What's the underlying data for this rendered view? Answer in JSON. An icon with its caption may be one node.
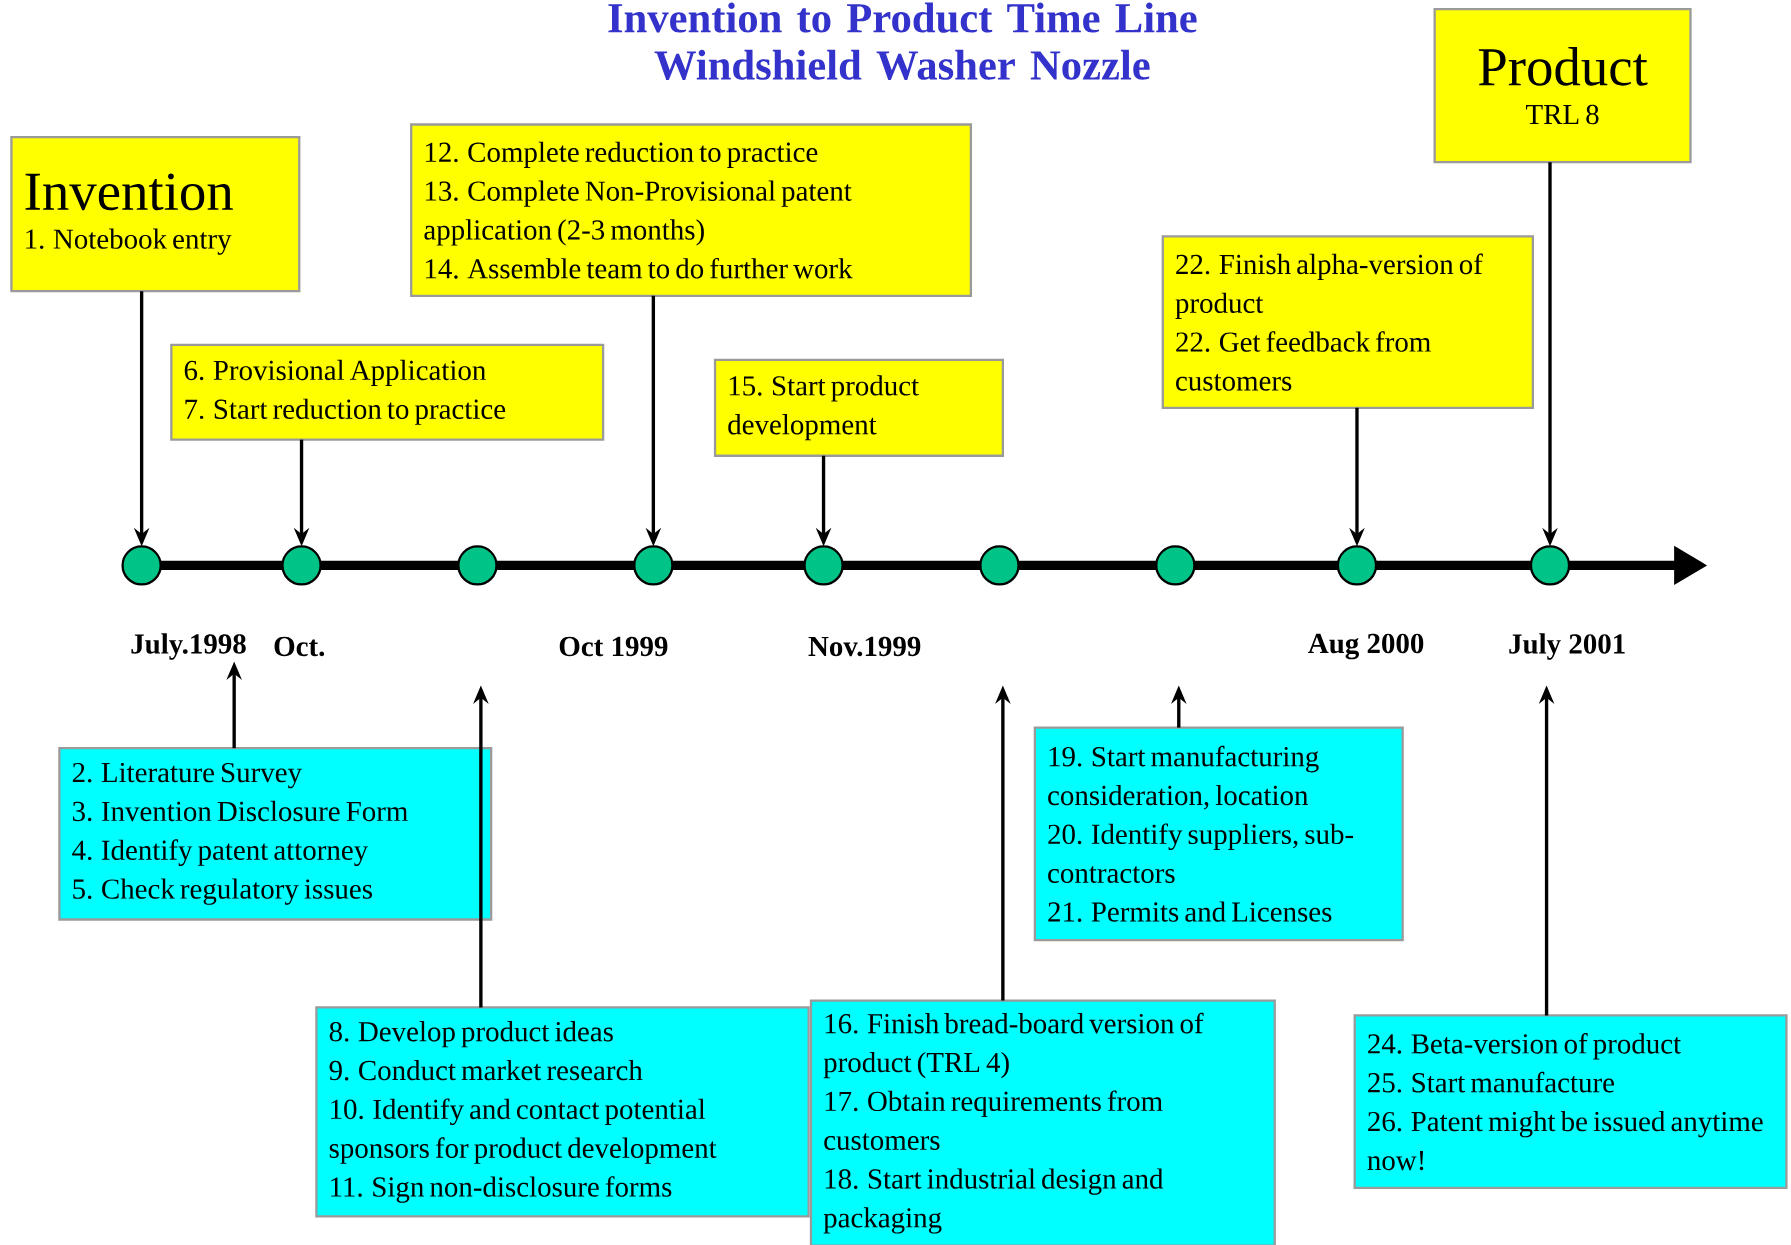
{
  "diagram": {
    "title": "Invention to Product Time Line Windshield Washer Nozzle",
    "nodes": [
      {
        "text": [
          "Invention",
          "1. Notebook entry"
        ]
      },
      {
        "text": [
          "6. Provisional Application",
          "7. Start reduction to practice"
        ]
      },
      {
        "text": [
          "12. Complete reduction to practice",
          "13. Complete Non-Provisional patent application (2-3 months)",
          "14. Assemble team to do further work"
        ]
      },
      {
        "text": [
          "15. Start product development"
        ]
      },
      {
        "text": [
          "22. Finish alpha-version of product",
          "22. Get feedback from customers"
        ]
      },
      {
        "text": [
          "Product",
          "TRL 8"
        ]
      },
      {
        "text": [
          "2. Literature Survey",
          "3. Invention Disclosure Form",
          "4. Identify patent attorney",
          "5. Check regulatory issues"
        ]
      },
      {
        "text": [
          "8. Develop product ideas",
          "9. Conduct market research",
          "10. Identify and contact potential sponsors for product development",
          "11. Sign non-disclosure forms"
        ]
      },
      {
        "text": [
          "16. Finish bread-board version of product (TRL 4)",
          "17. Obtain requirements from customers",
          "18. Start industrial design and packaging"
        ]
      },
      {
        "text": [
          "19. Start manufacturing consideration, location",
          "20. Identify suppliers, sub-contractors",
          "21. Permits and Licenses"
        ]
      },
      {
        "text": [
          "24. Beta-version of product",
          "25. Start manufacture",
          "26. Patent might be issued anytime now!"
        ]
      },
      {
        "text": [],
        "shape": "circle"
      },
      {
        "text": [],
        "shape": "circle"
      },
      {
        "text": [],
        "shape": "circle"
      },
      {
        "text": [],
        "shape": "circle"
      },
      {
        "text": [],
        "shape": "circle"
      },
      {
        "text": [],
        "shape": "circle"
      },
      {
        "text": [],
        "shape": "circle"
      },
      {
        "text": [],
        "shape": "circle"
      },
      {
        "text": [],
        "shape": "circle"
      },
      {
        "text": [
          "July.1998"
        ]
      }
    ],
    "edges": [
      {
        "from": 0,
        "to": 11,
        "arrow": "to"
      },
      {
        "from": 1,
        "to": 12,
        "arrow": "to"
      },
      {
        "from": 2,
        "to": 14,
        "arrow": "to"
      },
      {
        "from": 3,
        "to": 15,
        "arrow": "to"
      },
      {
        "from": 4,
        "to": 18,
        "arrow": "to"
      },
      {
        "from": 5,
        "to": 19,
        "arrow": "to"
      },
      {
        "from": 6,
        "to": 20,
        "arrow": "to"
      },
      {
        "from": 7,
        "to": null,
        "arrow": "to"
      },
      {
        "from": 8,
        "to": null,
        "arrow": "to"
      },
      {
        "from": 9,
        "to": null,
        "arrow": "to"
      },
      {
        "from": 10,
        "to": null,
        "arrow": "to"
      }
    ],
    "labels": [
      "Oct.",
      "Oct 1999",
      "Nov.1999",
      "Aug 2000",
      "July 2001"
    ]
  }
}
